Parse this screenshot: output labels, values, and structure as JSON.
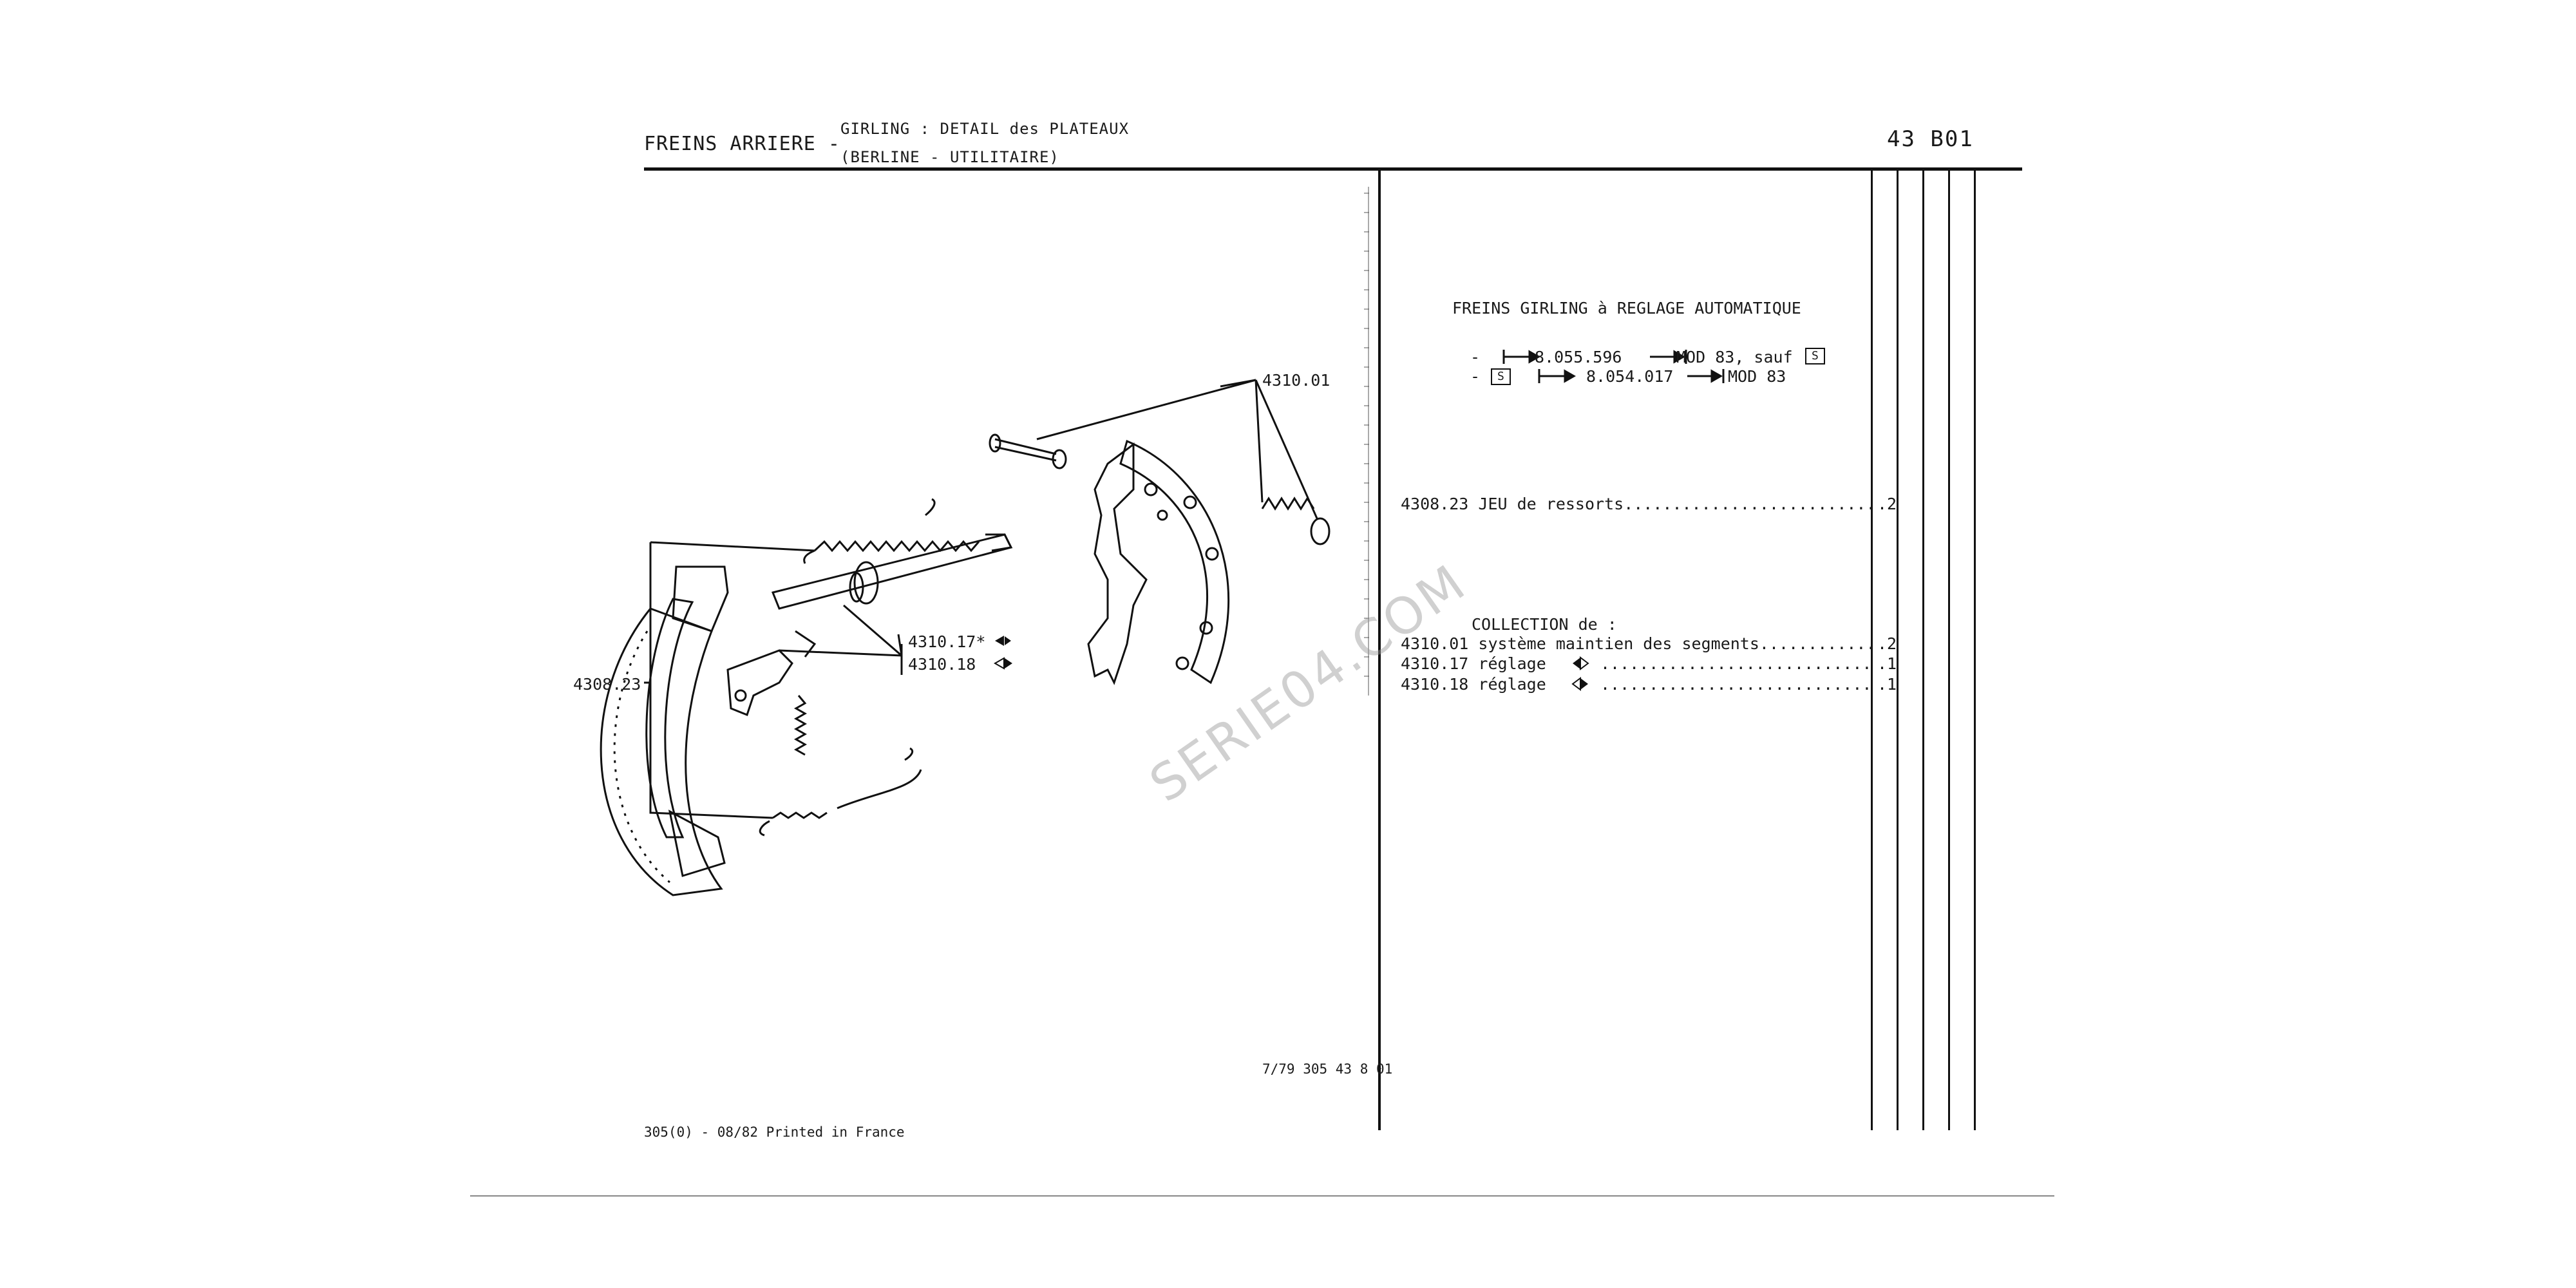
{
  "header": {
    "title_main": "FREINS ARRIERE -",
    "subtitle_line1": "GIRLING : DETAIL des PLATEAUX",
    "subtitle_line2": "(BERLINE - UTILITAIRE)",
    "page_code": "43 B01"
  },
  "diagram": {
    "callouts": {
      "c4310_01": "4310.01",
      "c4310_17": "4310.17*",
      "c4310_18": "4310.18",
      "c4308_23": "4308.23"
    },
    "ref_code": "7/79 305 43 8 01",
    "watermark": "SERIE04.COM"
  },
  "parts_panel": {
    "heading": "FREINS GIRLING à REGLAGE AUTOMATIQUE",
    "note1_prefix": "-",
    "note1_from": "8.055.596",
    "note1_to": "MOD 83, sauf",
    "note1_box": "S",
    "note2_prefix": "-",
    "note2_box": "S",
    "note2_from": "8.054.017",
    "note2_to": "MOD 83",
    "items": [
      {
        "ref": "4308.23",
        "desc": "JEU de ressorts",
        "qty": ".2"
      },
      {
        "ref": "",
        "desc": "COLLECTION de :",
        "qty": ""
      },
      {
        "ref": "4310.01",
        "desc": "système maintien des segments",
        "qty": ".2"
      },
      {
        "ref": "4310.17",
        "desc": "réglage",
        "qty": ".1"
      },
      {
        "ref": "4310.18",
        "desc": "réglage",
        "qty": ".1"
      }
    ]
  },
  "footer": {
    "print_info": "305(0) - 08/82 Printed in France"
  }
}
